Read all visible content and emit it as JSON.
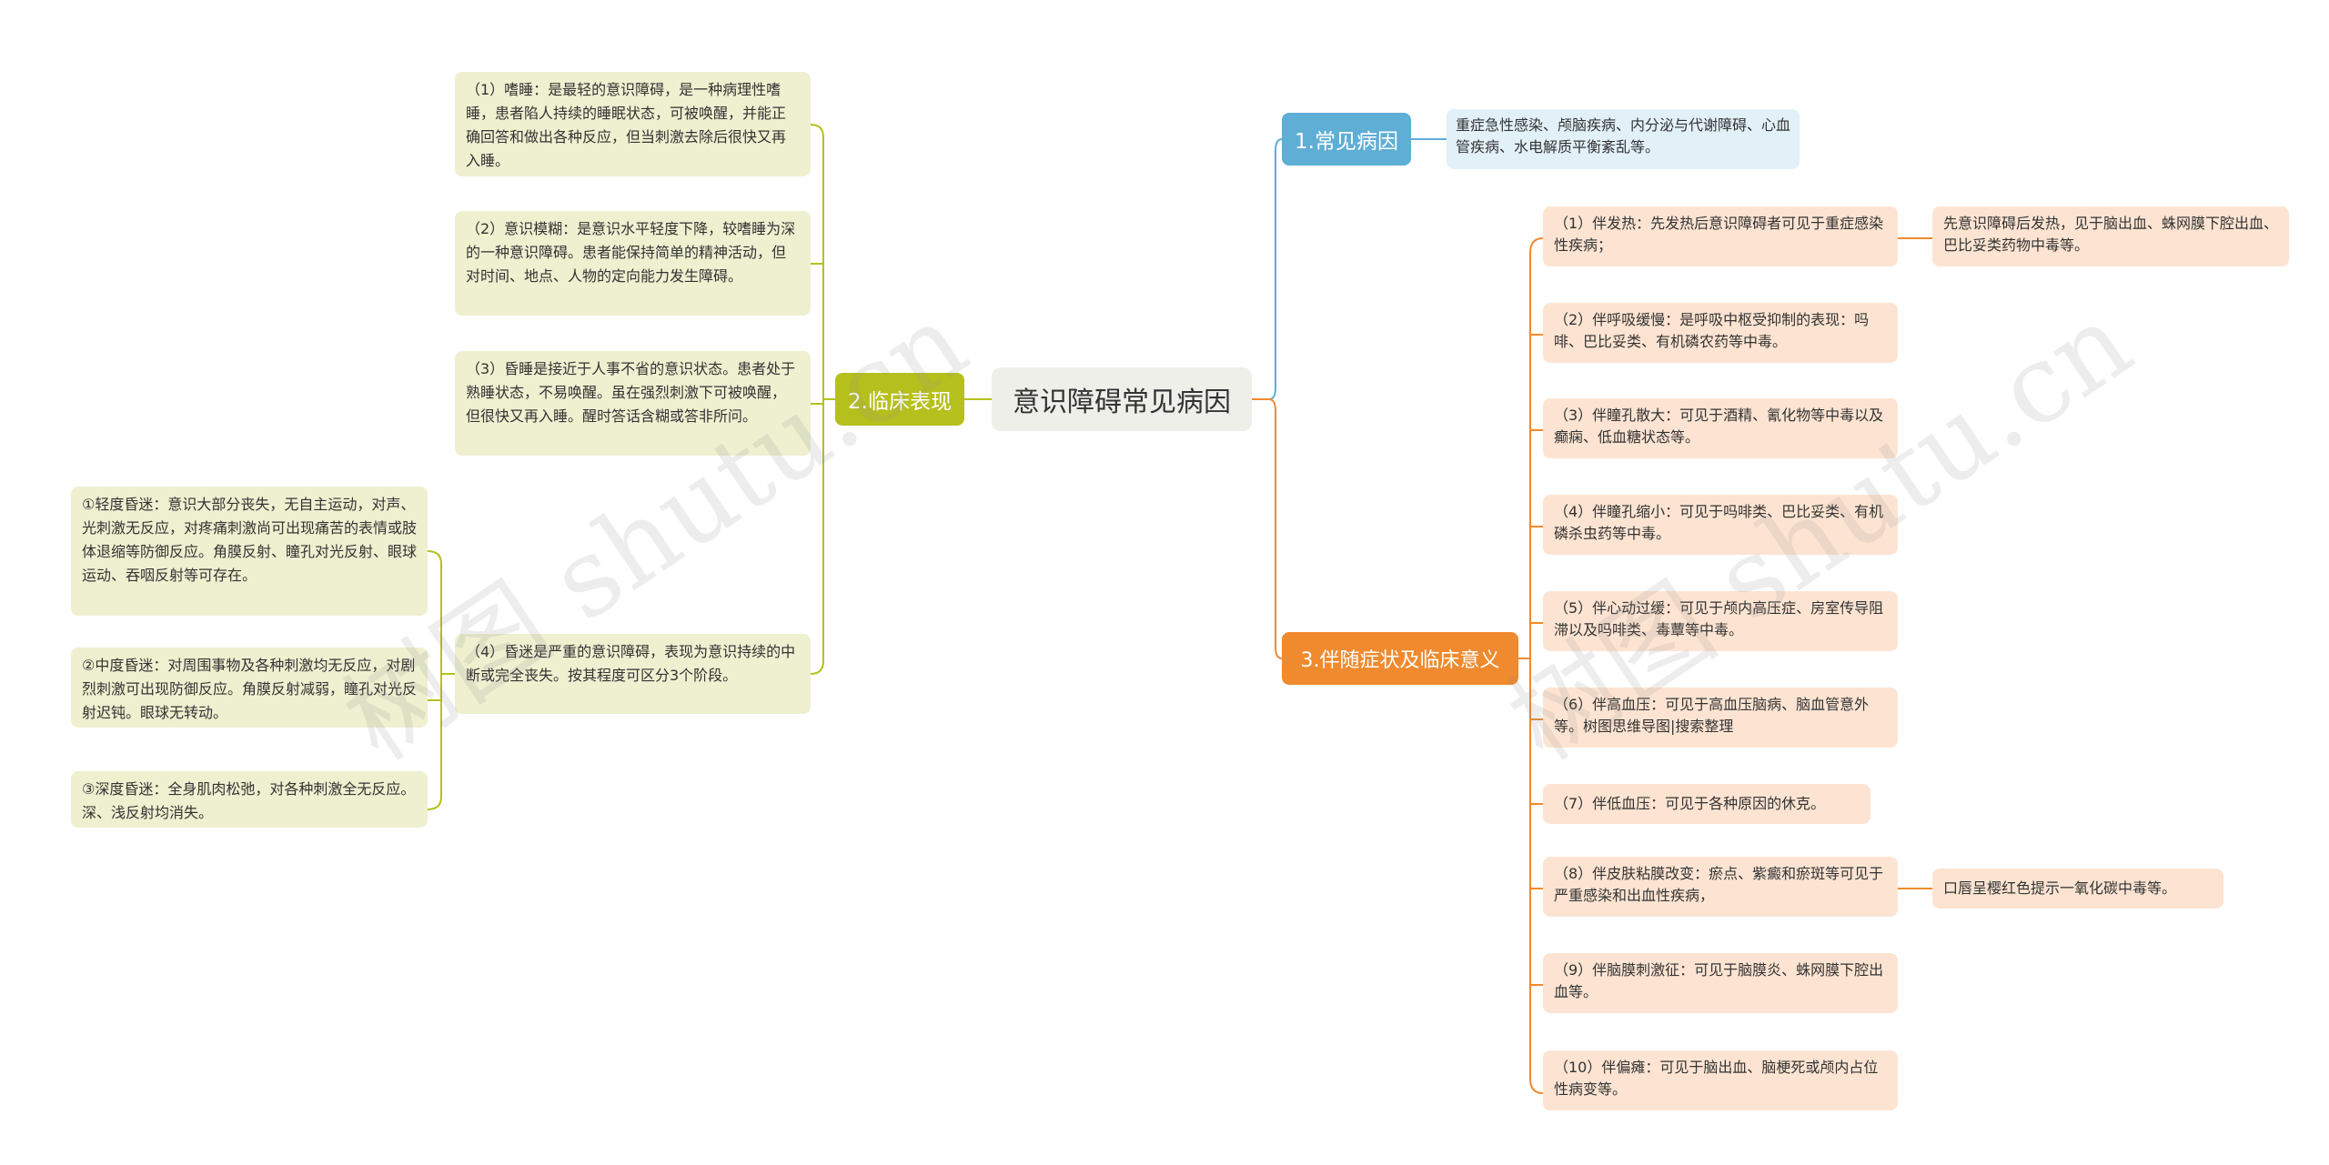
{
  "root": "意识障碍常见病因",
  "branches": {
    "b1": {
      "label": "1.常见病因",
      "items": [
        "重症急性感染、颅脑疾病、内分泌与代谢障碍、心血管疾病、水电解质平衡紊乱等。"
      ]
    },
    "b2": {
      "label": "2.临床表现",
      "items": [
        "（1）嗜睡：是最轻的意识障碍，是一种病理性嗜睡，患者陷人持续的睡眠状态，可被唤醒，并能正确回答和做出各种反应，但当刺激去除后很快又再入睡。",
        "（2）意识模糊：是意识水平轻度下降，较嗜睡为深的一种意识障碍。患者能保持简单的精神活动，但对时间、地点、人物的定向能力发生障碍。",
        "（3）昏睡是接近于人事不省的意识状态。患者处于熟睡状态，不易唤醒。虽在强烈刺激下可被唤醒，但很快又再入睡。醒时答话含糊或答非所问。",
        "（4）昏迷是严重的意识障碍，表现为意识持续的中断或完全丧失。按其程度可区分3个阶段。"
      ],
      "coma_levels": [
        "①轻度昏迷：意识大部分丧失，无自主运动，对声、光刺激无反应，对疼痛刺激尚可出现痛苦的表情或肢体退缩等防御反应。角膜反射、瞳孔对光反射、眼球运动、吞咽反射等可存在。",
        "②中度昏迷：对周围事物及各种刺激均无反应，对剧烈刺激可出现防御反应。角膜反射减弱，瞳孔对光反射迟钝。眼球无转动。",
        "③深度昏迷：全身肌肉松弛，对各种刺激全无反应。深、浅反射均消失。"
      ]
    },
    "b3": {
      "label": "3.伴随症状及临床意义",
      "items": [
        "（1）伴发热：先发热后意识障碍者可见于重症感染性疾病；",
        "（2）伴呼吸缓慢：是呼吸中枢受抑制的表现：吗啡、巴比妥类、有机磷农药等中毒。",
        "（3）伴瞳孔散大：可见于酒精、氰化物等中毒以及癫痫、低血糖状态等。",
        "（4）伴瞳孔缩小：可见于吗啡类、巴比妥类、有机磷杀虫药等中毒。",
        "（5）伴心动过缓：可见于颅内高压症、房室传导阻滞以及吗啡类、毒蕈等中毒。",
        "（6）伴高血压：可见于高血压脑病、脑血管意外等。树图思维导图|搜索整理",
        "（7）伴低血压：可见于各种原因的休克。",
        "（8）伴皮肤粘膜改变：瘀点、紫癜和瘀斑等可见于严重感染和出血性疾病，",
        "（9）伴脑膜刺激征：可见于脑膜炎、蛛网膜下腔出血等。",
        "（10）伴偏瘫：可见于脑出血、脑梗死或颅内占位性病变等。"
      ],
      "fever_detail": "先意识障碍后发热，见于脑出血、蛛网膜下腔出血、巴比妥类药物中毒等。",
      "skin_detail": "口唇呈樱红色提示一氧化碳中毒等。"
    }
  },
  "colors": {
    "branch1": "#5eaed6",
    "branch2": "#b6c01c",
    "branch3": "#f08a2e"
  }
}
